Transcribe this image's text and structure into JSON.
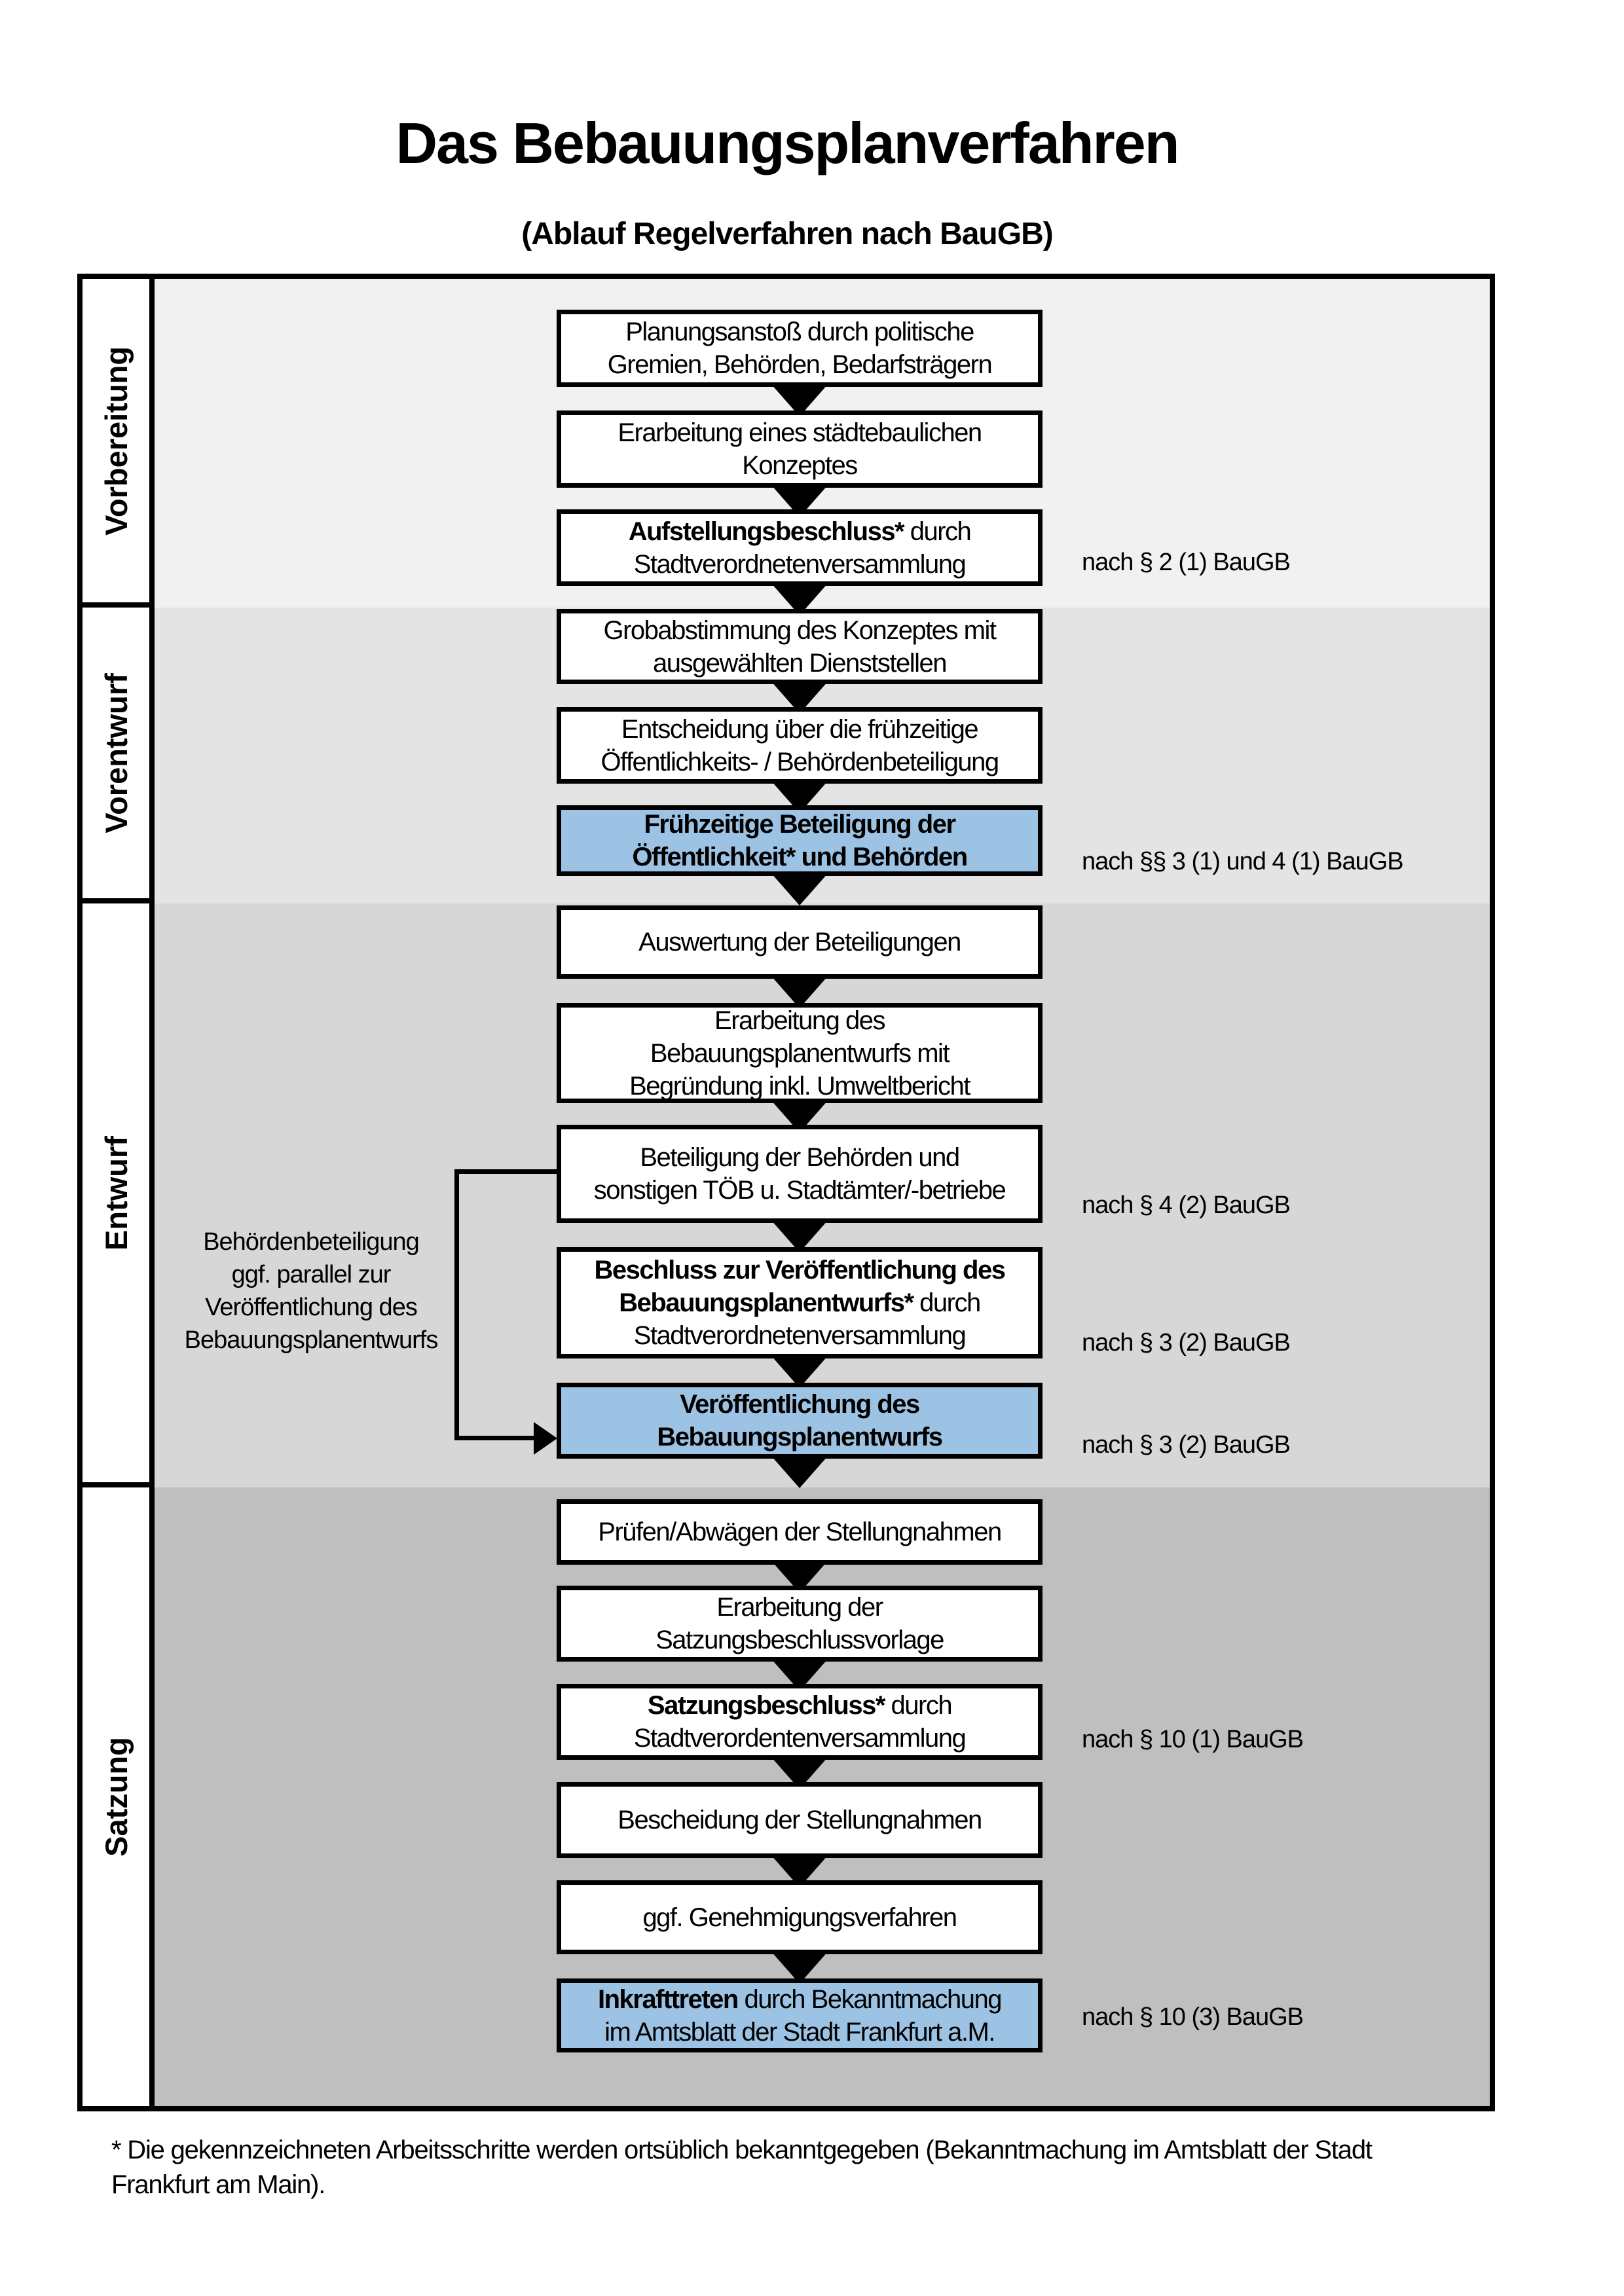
{
  "title": "Das Bebauungsplanverfahren",
  "subtitle": "(Ablauf Regelverfahren nach BauGB)",
  "phases": [
    {
      "label": "Vorbereitung"
    },
    {
      "label": "Vorentwurf"
    },
    {
      "label": "Entwurf"
    },
    {
      "label": "Satzung"
    }
  ],
  "steps": [
    {
      "lines": [
        {
          "r": "Planungsanstoß durch politische"
        },
        {
          "r": "Gremien, Behörden, Bedarfsträgern"
        }
      ]
    },
    {
      "lines": [
        {
          "r": "Erarbeitung eines städtebaulichen"
        },
        {
          "r": "Konzeptes"
        }
      ]
    },
    {
      "lines": [
        {
          "b": "Aufstellungsbeschluss*",
          "r": " durch"
        },
        {
          "r": "Stadtverordnetenversammlung"
        }
      ]
    },
    {
      "lines": [
        {
          "r": "Grobabstimmung des Konzeptes mit"
        },
        {
          "r": "ausgewählten Dienststellen"
        }
      ]
    },
    {
      "lines": [
        {
          "r": "Entscheidung über die frühzeitige"
        },
        {
          "r": "Öffentlichkeits- / Behördenbeteiligung"
        }
      ]
    },
    {
      "highlighted": true,
      "lines": [
        {
          "b": "Frühzeitige Beteiligung der"
        },
        {
          "b": "Öffentlichkeit* und Behörden"
        }
      ]
    },
    {
      "lines": [
        {
          "r": "Auswertung der Beteiligungen"
        }
      ]
    },
    {
      "lines": [
        {
          "r": "Erarbeitung des"
        },
        {
          "r": "Bebauungsplanentwurfs mit"
        },
        {
          "r": "Begründung inkl. Umweltbericht"
        }
      ]
    },
    {
      "lines": [
        {
          "r": "Beteiligung der Behörden und"
        },
        {
          "r": "sonstigen TÖB u. Stadtämter/-betriebe"
        }
      ]
    },
    {
      "lines": [
        {
          "b": "Beschluss zur Veröffentlichung des"
        },
        {
          "b": "Bebauungsplanentwurfs*",
          "r": " durch"
        },
        {
          "r": "Stadtverordnetenversammlung"
        }
      ]
    },
    {
      "highlighted": true,
      "lines": [
        {
          "b": "Veröffentlichung des"
        },
        {
          "b": "Bebauungsplanentwurfs"
        }
      ]
    },
    {
      "lines": [
        {
          "r": "Prüfen/Abwägen der Stellungnahmen"
        }
      ]
    },
    {
      "lines": [
        {
          "r": "Erarbeitung der"
        },
        {
          "r": "Satzungsbeschlussvorlage"
        }
      ]
    },
    {
      "lines": [
        {
          "b": "Satzungsbeschluss*",
          "r": " durch"
        },
        {
          "r": "Stadtverordentenversammlung"
        }
      ]
    },
    {
      "lines": [
        {
          "r": "Bescheidung der Stellungnahmen"
        }
      ]
    },
    {
      "lines": [
        {
          "r": "ggf. Genehmigungsverfahren"
        }
      ]
    },
    {
      "highlighted": true,
      "lines": [
        {
          "b": "Inkrafttreten",
          "r": " durch Bekanntmachung"
        },
        {
          "r": "im Amtsblatt der Stadt Frankfurt a.M."
        }
      ]
    }
  ],
  "annotations": [
    {
      "text": "nach § 2 (1) BauGB"
    },
    {
      "text": "nach §§ 3 (1) und 4 (1) BauGB"
    },
    {
      "text": "nach § 4 (2) BauGB"
    },
    {
      "text": "nach § 3 (2) BauGB"
    },
    {
      "text": "nach § 3 (2) BauGB"
    },
    {
      "text": "nach § 10 (1) BauGB"
    },
    {
      "text": "nach § 10 (3) BauGB"
    }
  ],
  "side_note": {
    "lines": [
      "Behördenbeteiligung",
      "ggf. parallel zur",
      "Veröffentlichung des",
      "Bebauungsplanentwurfs"
    ]
  },
  "footnote": {
    "line1": "* Die gekennzeichneten Arbeitsschritte werden ortsüblich bekanntgegeben (Bekanntmachung im Amtsblatt  der Stadt",
    "line2": "Frankfurt am Main)."
  },
  "colors": {
    "highlight": "#9dc3e4",
    "band1": "#f1f1f1",
    "band2": "#e4e4e4",
    "band3": "#d7d7d7",
    "band4": "#bfbfbf",
    "border": "#000000"
  }
}
